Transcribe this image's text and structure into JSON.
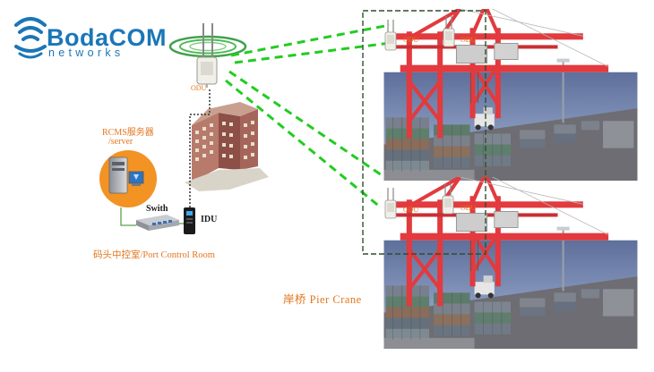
{
  "brand": {
    "name": "BodaCOM",
    "tagline": "networks",
    "color": "#1b76b8"
  },
  "labels": {
    "odu_main": "ODU",
    "odu_crane_1a": "ODU",
    "odu_crane_1b": "ODU",
    "odu_crane_2a": "ODU",
    "odu_crane_2b": "ODU",
    "server_line1": "RCMS服务器",
    "server_line2": "/server",
    "switch": "Swith",
    "idu": "IDU",
    "control_room": "码头中控室/Port Control Room",
    "pier_crane": "岸桥 Pier Crane"
  },
  "colors": {
    "label_orange": "#e2761f",
    "wireless_link": "#22cc22",
    "crane_red": "#e23a3e",
    "sea": "#8fa4cc",
    "building": "#9c5a4f",
    "server_orange": "#f29324"
  }
}
